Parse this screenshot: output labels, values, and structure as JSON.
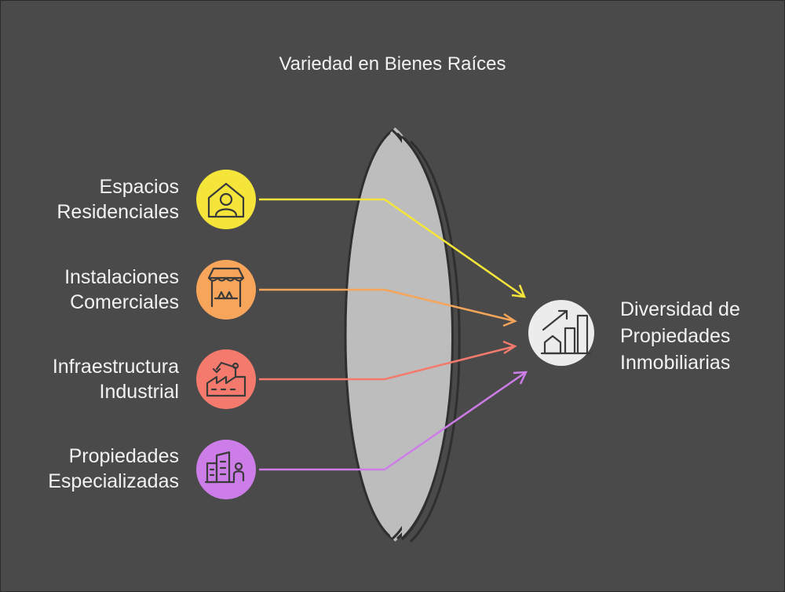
{
  "title": "Variedad en Bienes Raíces",
  "inputs": [
    {
      "line1": "Espacios",
      "line2": "Residenciales",
      "icon": "house-person-icon",
      "color": "#f5e53a"
    },
    {
      "line1": "Instalaciones",
      "line2": "Comerciales",
      "icon": "market-stall-icon",
      "color": "#f6a55a"
    },
    {
      "line1": "Infraestructura",
      "line2": "Industrial",
      "icon": "factory-robot-arm-icon",
      "color": "#f57a6e"
    },
    {
      "line1": "Propiedades",
      "line2": "Especializadas",
      "icon": "buildings-person-icon",
      "color": "#cd7de8"
    }
  ],
  "output": {
    "line1": "Diversidad de",
    "line2": "Propiedades",
    "line3": "Inmobiliarias",
    "icon": "growth-chart-house-icon",
    "color": "#ececec"
  },
  "lens_color": "#bdbdbd"
}
